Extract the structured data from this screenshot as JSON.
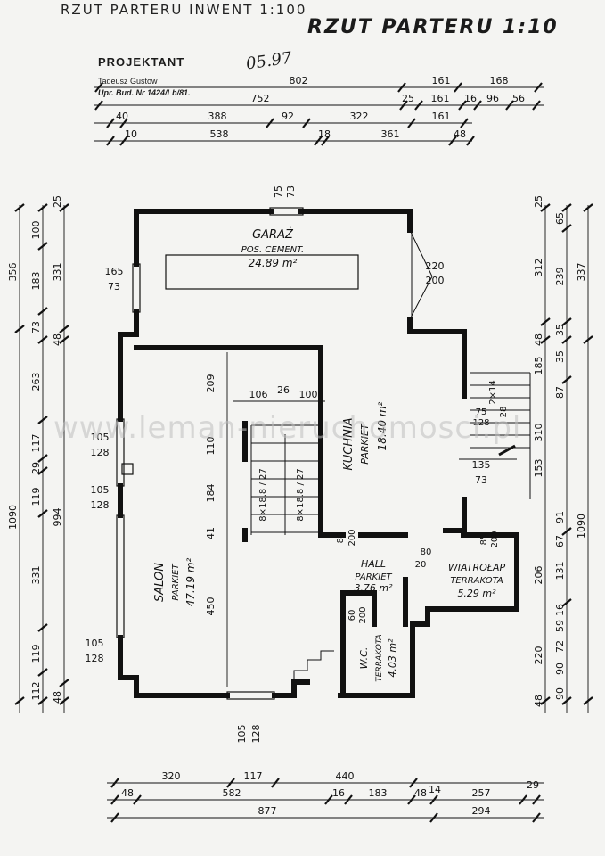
{
  "header": {
    "hand_title": "RZUT PARTERU INWENT 1:100",
    "main_title": "RZUT PARTERU 1:10",
    "projektant_label": "PROJEKTANT",
    "author": "Tadeusz Gustow",
    "license": "Upr. Bud. Nr 1424/Lb/81.",
    "signature": "05.97"
  },
  "watermark": "www.leman-nieruchomosci.pl",
  "rooms": {
    "garaz": {
      "name": "GARAŻ",
      "floor": "POS. CEMENT.",
      "area": "24.89 m²"
    },
    "kuchnia": {
      "name": "KUCHNIA",
      "floor": "PARKIET",
      "area": "18.40 m²"
    },
    "salon": {
      "name": "SALON",
      "floor": "PARKIET",
      "area": "47.19 m²"
    },
    "hall": {
      "name": "HALL",
      "floor": "PARKIET",
      "area": "3.76 m²"
    },
    "wiatrolap": {
      "name": "WIATROŁAP",
      "floor": "TERRAKOTA",
      "area": "5.29 m²"
    },
    "wc": {
      "name": "W.C.",
      "floor": "TERRAKOTA",
      "area": "4.03 m²"
    }
  },
  "dims": {
    "top": {
      "r1": [
        "802",
        "161",
        "168"
      ],
      "r2": [
        "752",
        "25",
        "161",
        "16",
        "96",
        "56"
      ],
      "r3": [
        "40",
        "388",
        "92",
        "322",
        "161"
      ],
      "r4": [
        "10",
        "538",
        "18",
        "361",
        "48"
      ]
    },
    "left": {
      "outer": [
        "356",
        "1090"
      ],
      "mid": [
        "100",
        "183",
        "73",
        "263",
        "117",
        "29",
        "119",
        "331",
        "119",
        "112"
      ],
      "inner": [
        "25",
        "331",
        "48",
        "994",
        "48"
      ]
    },
    "right": {
      "outer": [
        "312",
        "337",
        "1090"
      ],
      "mid": [
        "25",
        "239",
        "35",
        "185",
        "310",
        "153",
        "206",
        "220",
        "90"
      ],
      "inner": [
        "65",
        "48",
        "35",
        "87",
        "91",
        "67",
        "131",
        "16",
        "59",
        "72",
        "90",
        "48"
      ]
    },
    "bottom": {
      "r1": [
        "320",
        "117",
        "440"
      ],
      "r2": [
        "48",
        "582",
        "16",
        "183",
        "48",
        "14",
        "257",
        "29"
      ],
      "r3": [
        "877",
        "294"
      ]
    },
    "openings": {
      "garage_window": [
        "165",
        "73"
      ],
      "garage_top": [
        "75",
        "73"
      ],
      "garage_door": [
        "220",
        "200"
      ],
      "salon_w1": [
        "105",
        "128"
      ],
      "salon_w2": [
        "105",
        "128"
      ],
      "salon_w3": [
        "105",
        "128"
      ],
      "entrance": [
        "105",
        "128"
      ],
      "kitchen_window": [
        "135",
        "73"
      ],
      "stairs_top": [
        "106",
        "26",
        "100"
      ],
      "stairs_l": "8×18.8 / 27",
      "stairs_r": "8×18.8 / 27",
      "salon_h": [
        "209",
        "110",
        "184",
        "41",
        "450"
      ],
      "kitchen_stairs": [
        "75",
        "128",
        "2×14",
        "28"
      ],
      "hall": [
        "80",
        "200",
        "80",
        "20",
        "85",
        "200"
      ],
      "wc": [
        "60",
        "200"
      ]
    }
  }
}
